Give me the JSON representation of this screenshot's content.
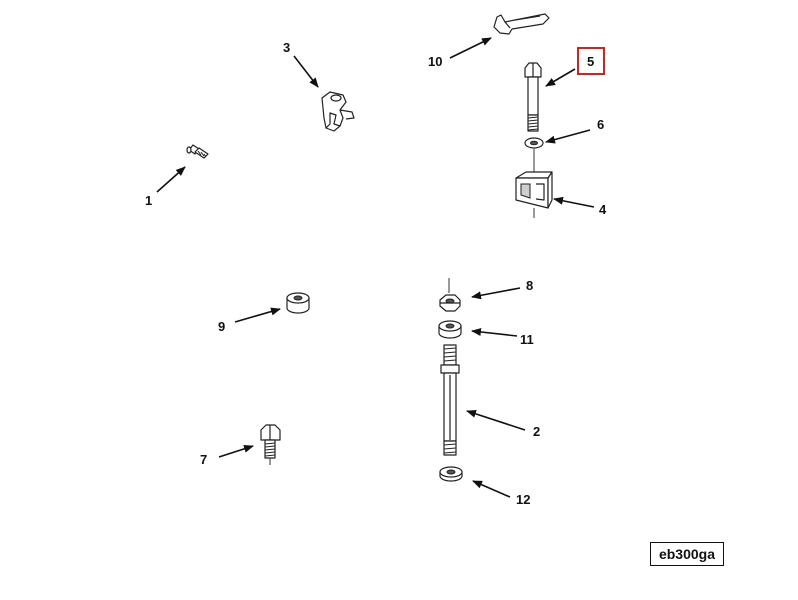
{
  "callouts": {
    "c1": "1",
    "c2": "2",
    "c3": "3",
    "c4": "4",
    "c5": "5",
    "c6": "6",
    "c7": "7",
    "c8": "8",
    "c9": "9",
    "c10": "10",
    "c11": "11",
    "c12": "12"
  },
  "highlighted_callout": "5",
  "highlight_color": "#d62020",
  "figure_id": "eb300ga"
}
